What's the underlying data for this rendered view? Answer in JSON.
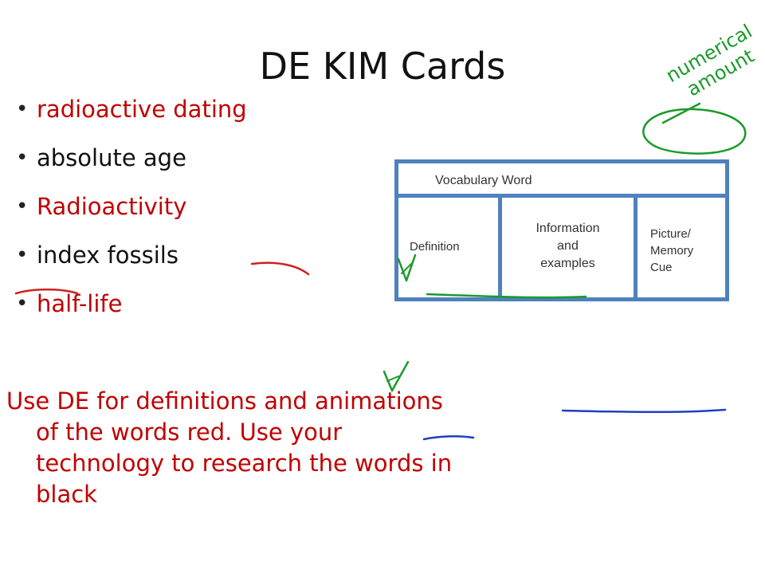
{
  "slide": {
    "title": "DE KIM Cards",
    "bullets": [
      {
        "text": "radioactive dating",
        "color": "#c00000"
      },
      {
        "text": "absolute age",
        "color": "#111111"
      },
      {
        "text": "Radioactivity",
        "color": "#c00000"
      },
      {
        "text": "index fossils",
        "color": "#111111"
      },
      {
        "text": "half-life",
        "color": "#c00000"
      }
    ],
    "instructions": {
      "line1": "Use DE for definitions and animations",
      "line2": "of the words red.  Use your",
      "line3": "technology to research the words in",
      "line4": "black",
      "color": "#c00000"
    }
  },
  "card": {
    "header": "Vocabulary Word",
    "col1": "Definition",
    "col2": [
      "Information",
      "and",
      "examples"
    ],
    "col3": [
      "Picture/",
      "Memory",
      "Cue"
    ],
    "border_color": "#4f81bd"
  },
  "annotations": {
    "handwriting": [
      "numerical",
      "amount"
    ],
    "green_ink": "#1a9a2a",
    "red_ink": "#d02020",
    "blue_ink": "#1f3fbf"
  }
}
